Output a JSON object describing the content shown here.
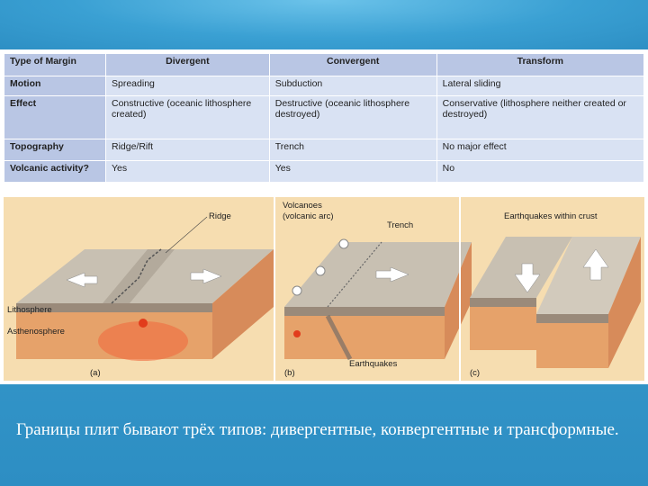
{
  "table": {
    "headers": [
      "Type of Margin",
      "Divergent",
      "Convergent",
      "Transform"
    ],
    "rows": [
      {
        "label": "Motion",
        "divergent": "Spreading",
        "convergent": "Subduction",
        "transform": "Lateral sliding"
      },
      {
        "label": "Effect",
        "divergent": "Constructive (oceanic lithosphere created)",
        "convergent": "Destructive (oceanic lithosphere destroyed)",
        "transform": "Conservative (lithosphere neither created or destroyed)"
      },
      {
        "label": "Topography",
        "divergent": "Ridge/Rift",
        "convergent": "Trench",
        "transform": "No major effect"
      },
      {
        "label": "Volcanic activity?",
        "divergent": "Yes",
        "convergent": "Yes",
        "transform": "No"
      }
    ]
  },
  "illustration": {
    "ridge": "Ridge",
    "lithosphere": "Lithosphere",
    "asthenosphere": "Asthenosphere",
    "volcanoes": "Volcanoes",
    "volcanic_arc": "(volcanic arc)",
    "trench": "Trench",
    "earthquakes": "Earthquakes",
    "earthquakes_crust": "Earthquakes within crust",
    "panel_a": "(a)",
    "panel_b": "(b)",
    "panel_c": "(c)"
  },
  "caption": "Границы плит бывают трёх типов: дивергентные, конвергентные и трансформные."
}
